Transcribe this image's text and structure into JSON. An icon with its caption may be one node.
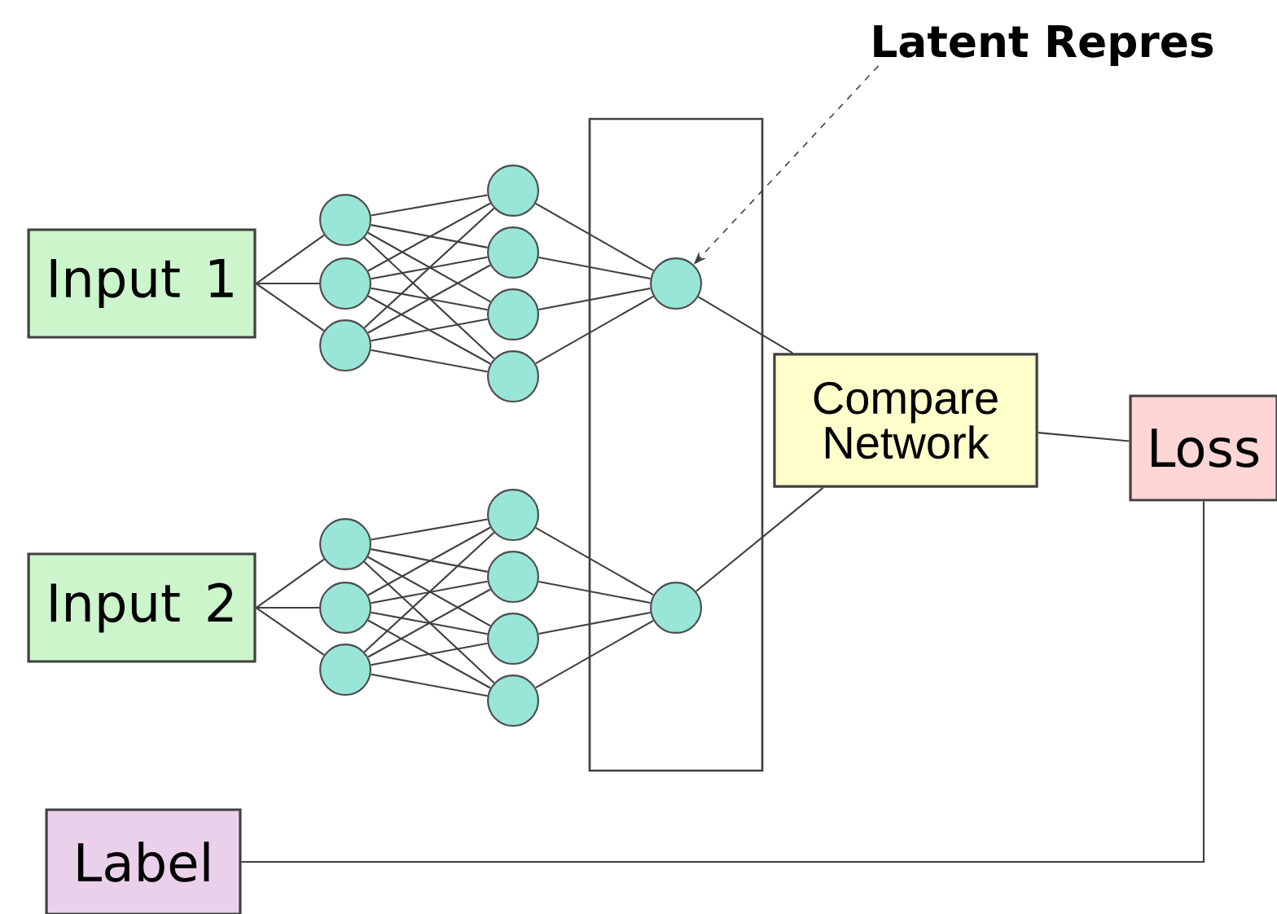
{
  "diagram": {
    "nodes": [
      {
        "text": [
          "Input 1"
        ]
      },
      {
        "text": [],
        "shape": "circle"
      },
      {
        "text": [],
        "shape": "circle"
      },
      {
        "text": [],
        "shape": "circle"
      },
      {
        "text": [],
        "shape": "circle"
      },
      {
        "text": [],
        "shape": "circle"
      },
      {
        "text": [],
        "shape": "circle"
      },
      {
        "text": [],
        "shape": "circle"
      },
      {
        "text": [
          "Input 2"
        ]
      },
      {
        "text": [],
        "shape": "circle"
      },
      {
        "text": [],
        "shape": "circle"
      },
      {
        "text": [],
        "shape": "circle"
      },
      {
        "text": [],
        "shape": "circle"
      },
      {
        "text": [],
        "shape": "circle"
      },
      {
        "text": [],
        "shape": "circle"
      },
      {
        "text": [],
        "shape": "circle"
      },
      {
        "text": [],
        "shape": "box"
      },
      {
        "text": [],
        "shape": "circle",
        "in": 16
      },
      {
        "text": [],
        "shape": "circle",
        "in": 16
      },
      {
        "text": [
          "Compare Network"
        ]
      },
      {
        "text": [
          "Loss"
        ]
      },
      {
        "text": [
          "Label"
        ]
      },
      {
        "text": [
          "Latent Repres"
        ]
      }
    ],
    "edges": [
      {
        "from": 0,
        "to": 1,
        "arrow": "none"
      },
      {
        "from": 0,
        "to": 2,
        "arrow": "none"
      },
      {
        "from": 0,
        "to": 3,
        "arrow": "none"
      },
      {
        "from": 1,
        "to": 4,
        "arrow": "none"
      },
      {
        "from": 1,
        "to": 5,
        "arrow": "none"
      },
      {
        "from": 1,
        "to": 6,
        "arrow": "none"
      },
      {
        "from": 1,
        "to": 7,
        "arrow": "none"
      },
      {
        "from": 2,
        "to": 4,
        "arrow": "none"
      },
      {
        "from": 2,
        "to": 5,
        "arrow": "none"
      },
      {
        "from": 2,
        "to": 6,
        "arrow": "none"
      },
      {
        "from": 2,
        "to": 7,
        "arrow": "none"
      },
      {
        "from": 3,
        "to": 4,
        "arrow": "none"
      },
      {
        "from": 3,
        "to": 5,
        "arrow": "none"
      },
      {
        "from": 3,
        "to": 6,
        "arrow": "none"
      },
      {
        "from": 3,
        "to": 7,
        "arrow": "none"
      },
      {
        "from": 4,
        "to": 17,
        "arrow": "none"
      },
      {
        "from": 5,
        "to": 17,
        "arrow": "none"
      },
      {
        "from": 6,
        "to": 17,
        "arrow": "none"
      },
      {
        "from": 7,
        "to": 17,
        "arrow": "none"
      },
      {
        "from": 17,
        "to": 19,
        "arrow": "none"
      },
      {
        "from": 8,
        "to": 9,
        "arrow": "none"
      },
      {
        "from": 8,
        "to": 10,
        "arrow": "none"
      },
      {
        "from": 8,
        "to": 11,
        "arrow": "none"
      },
      {
        "from": 9,
        "to": 12,
        "arrow": "none"
      },
      {
        "from": 9,
        "to": 13,
        "arrow": "none"
      },
      {
        "from": 9,
        "to": 14,
        "arrow": "none"
      },
      {
        "from": 9,
        "to": 15,
        "arrow": "none"
      },
      {
        "from": 10,
        "to": 12,
        "arrow": "none"
      },
      {
        "from": 10,
        "to": 13,
        "arrow": "none"
      },
      {
        "from": 10,
        "to": 14,
        "arrow": "none"
      },
      {
        "from": 10,
        "to": 15,
        "arrow": "none"
      },
      {
        "from": 11,
        "to": 12,
        "arrow": "none"
      },
      {
        "from": 11,
        "to": 13,
        "arrow": "none"
      },
      {
        "from": 11,
        "to": 14,
        "arrow": "none"
      },
      {
        "from": 11,
        "to": 15,
        "arrow": "none"
      },
      {
        "from": 12,
        "to": 18,
        "arrow": "none"
      },
      {
        "from": 13,
        "to": 18,
        "arrow": "none"
      },
      {
        "from": 14,
        "to": 18,
        "arrow": "none"
      },
      {
        "from": 15,
        "to": 18,
        "arrow": "none"
      },
      {
        "from": 18,
        "to": 19,
        "arrow": "none"
      },
      {
        "from": 19,
        "to": 20,
        "arrow": "none"
      },
      {
        "from": 21,
        "to": 20,
        "arrow": "none"
      },
      {
        "from": 22,
        "to": 17,
        "arrow": "to",
        "style": "dashed"
      }
    ]
  }
}
